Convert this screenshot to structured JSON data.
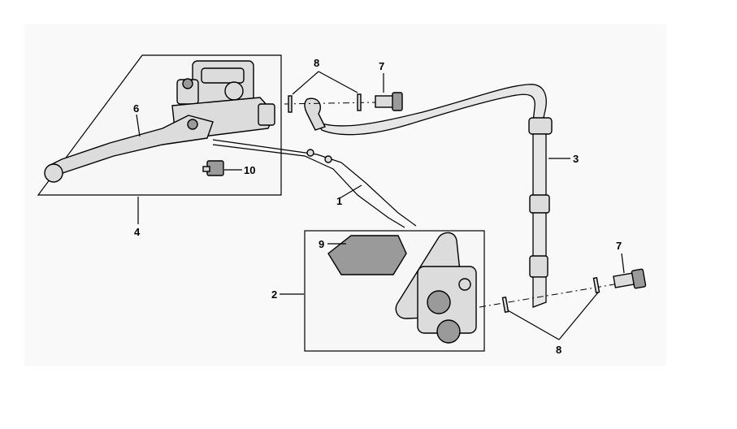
{
  "labels": {
    "hose": "1",
    "caliper_assy": "2",
    "brake_hose": "3",
    "lever_assy": "4",
    "lever": "6",
    "bolt_top": "7",
    "bolt_bottom": "7",
    "washer_top": "8",
    "washer_bottom": "8",
    "brake_pads": "9",
    "switch": "10"
  },
  "colors": {
    "line": "#000000",
    "part_fill": "#dcdcdc",
    "part_dark": "#9a9a9a",
    "box_fill": "#f7f7f7"
  }
}
